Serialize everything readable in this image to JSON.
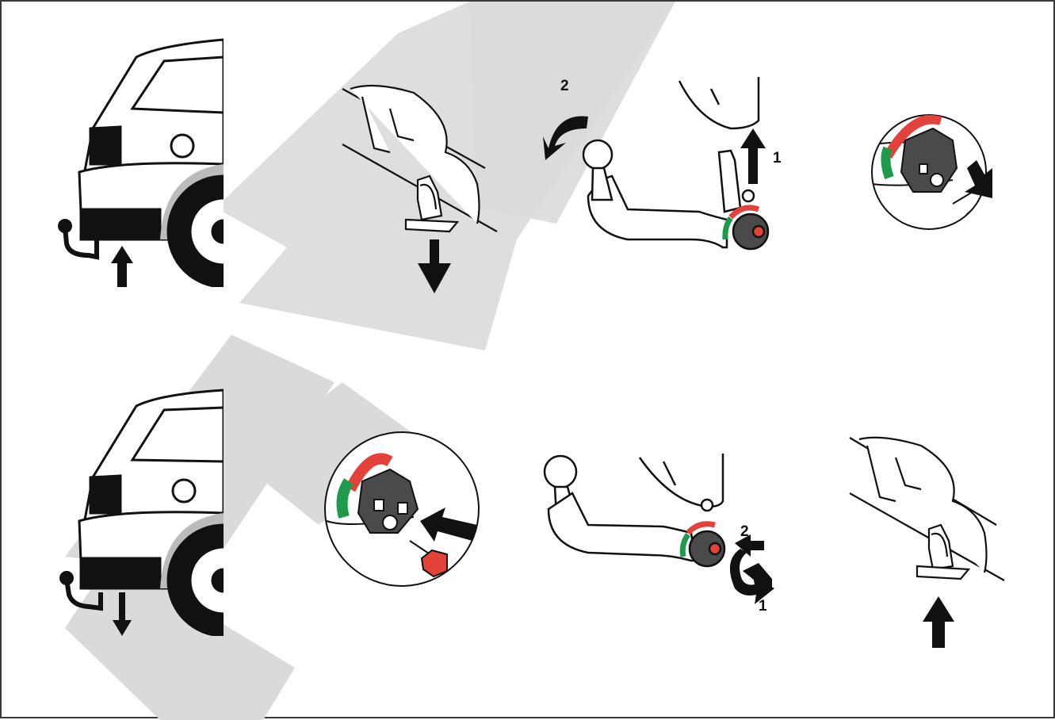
{
  "watermark": {
    "text": "WA",
    "color": "#d9dadb"
  },
  "colors": {
    "line": "#111111",
    "red": "#e2423a",
    "green": "#1f9a4a",
    "knob": "#4a4a4a",
    "arrow": "#111111"
  },
  "steps": {
    "remove_ball": {
      "label_1": "1",
      "label_2": "2"
    },
    "lock_knob": {
      "label_1": "1",
      "label_2": "2"
    }
  }
}
